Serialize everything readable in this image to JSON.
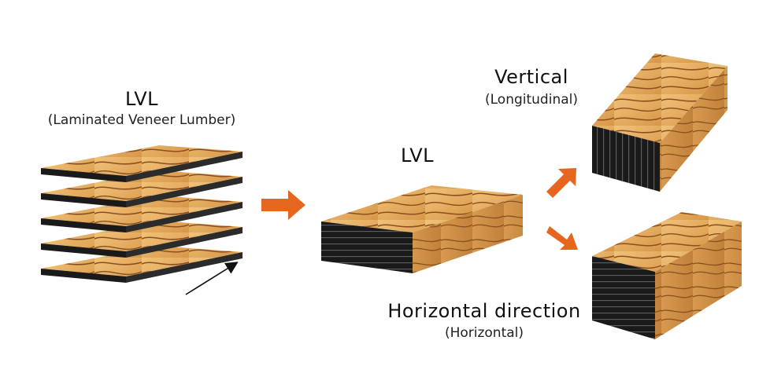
{
  "left": {
    "title": "LVL",
    "subtitle": "(Laminated Veneer Lumber)"
  },
  "middle": {
    "title": "LVL"
  },
  "vertical": {
    "title": "Vertical",
    "subtitle": "(Longitudinal)"
  },
  "horizontal": {
    "title": "Horizontal direction",
    "subtitle": "(Horizontal)"
  },
  "colors": {
    "wood_light": "#e9b46a",
    "wood_mid": "#d18f42",
    "wood_grain": "#8a4f1c",
    "veneer_edge": "#1a1a1a",
    "arrow_orange": "#e6651f"
  }
}
